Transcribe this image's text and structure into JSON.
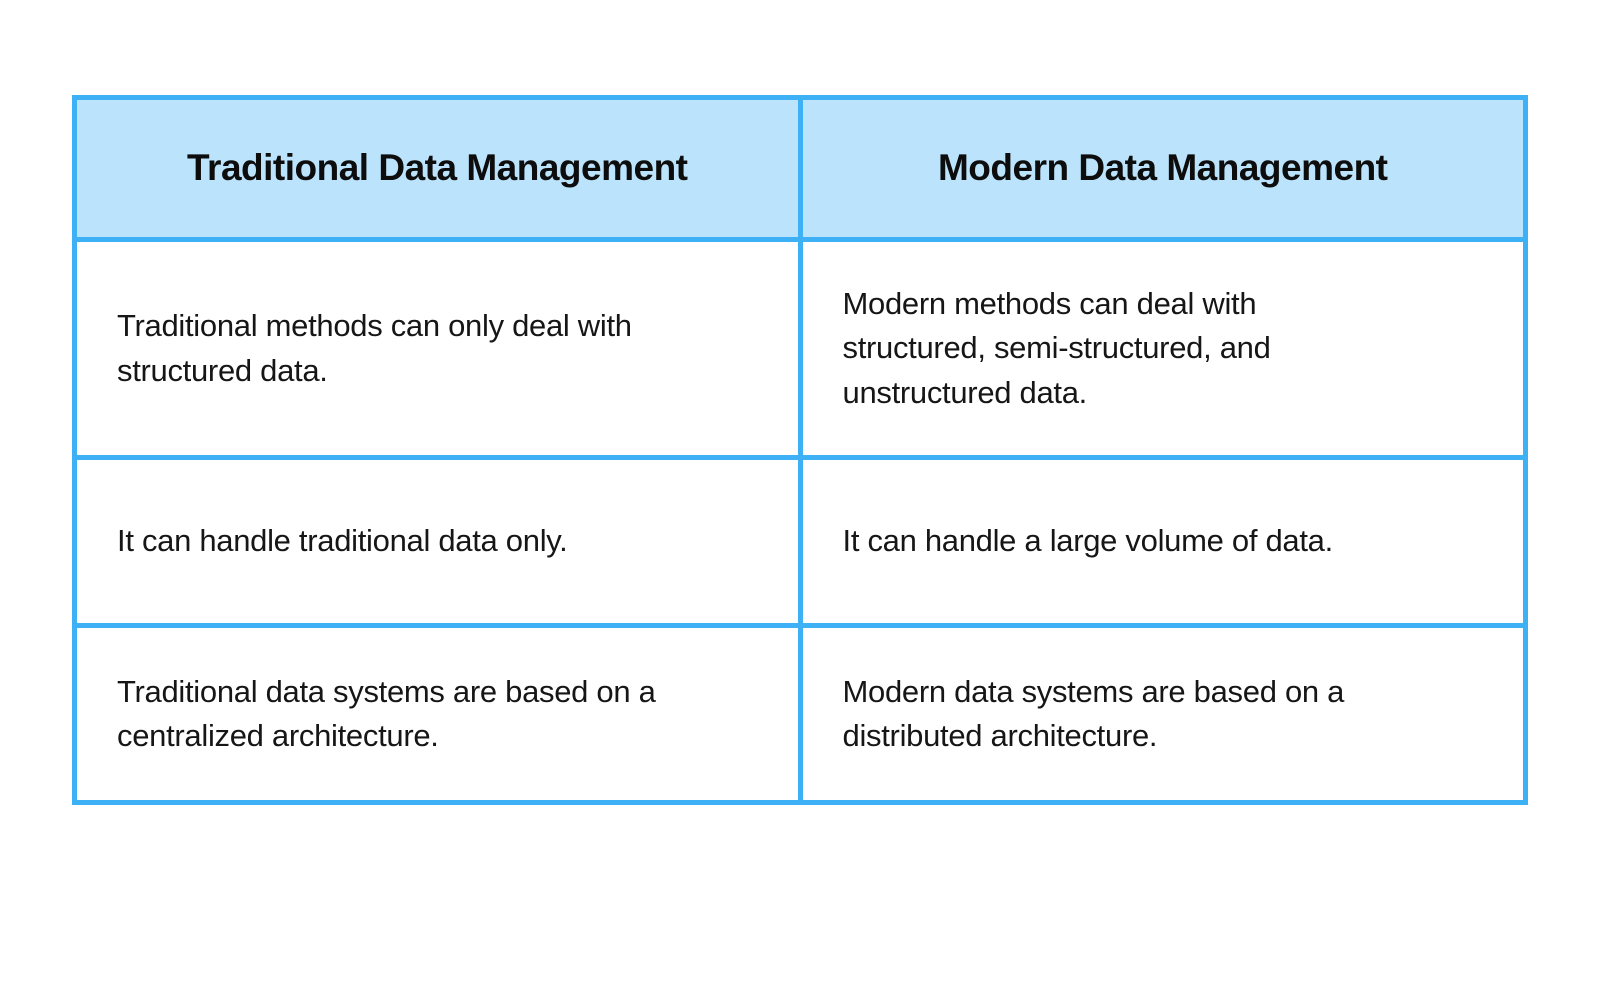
{
  "colors": {
    "grid_line": "#3db0f6",
    "header_bg": "#bbe3fb",
    "body_bg": "#ffffff",
    "header_text": "#0d0d0d",
    "body_text": "#161616"
  },
  "table": {
    "header": [
      "Traditional Data Management",
      "Modern Data Management"
    ],
    "rows": [
      [
        "Traditional methods can only deal with\nstructured data.",
        "Modern methods can deal with\nstructured, semi-structured, and\nunstructured data."
      ],
      [
        "It can handle traditional data only.",
        "It can handle a large volume of data."
      ],
      [
        "Traditional data systems are based on a\ncentralized architecture.",
        "Modern data systems are based on a\ndistributed architecture."
      ]
    ]
  },
  "chart_data": {
    "type": "table",
    "title": "",
    "columns": [
      "Traditional Data Management",
      "Modern Data Management"
    ],
    "rows": [
      [
        "Traditional methods can only deal with structured data.",
        "Modern methods can deal with structured, semi-structured, and unstructured data."
      ],
      [
        "It can handle traditional data only.",
        "It can handle a large volume of data."
      ],
      [
        "Traditional data systems are based on a centralized architecture.",
        "Modern data systems are based on a distributed architecture."
      ]
    ]
  }
}
